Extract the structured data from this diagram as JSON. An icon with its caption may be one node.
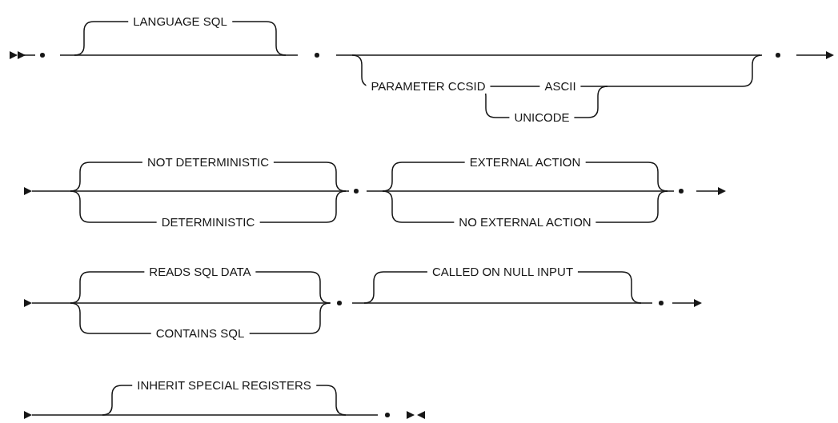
{
  "diagram": {
    "labels": [
      "LANGUAGE SQL",
      "PARAMETER CCSID",
      "ASCII",
      "UNICODE",
      "NOT DETERMINISTIC",
      "DETERMINISTIC",
      "EXTERNAL ACTION",
      "NO EXTERNAL ACTION",
      "READS SQL DATA",
      "CONTAINS SQL",
      "CALLED ON NULL INPUT",
      "INHERIT SPECIAL REGISTERS"
    ]
  }
}
